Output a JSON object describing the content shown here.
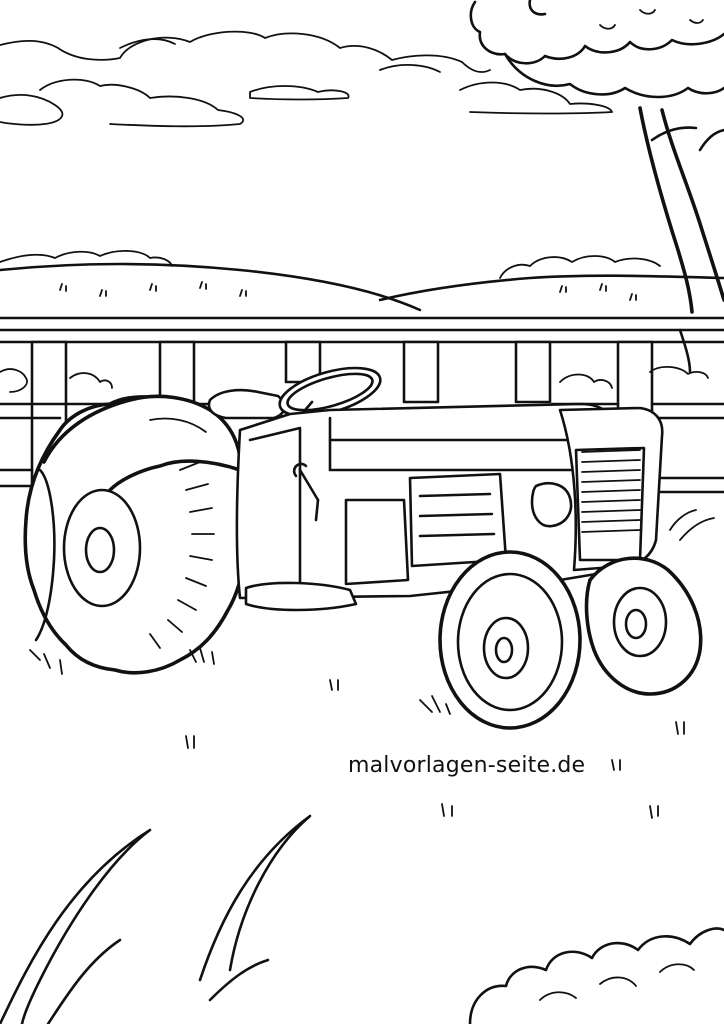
{
  "watermark": {
    "text": "malvorlagen-seite.de"
  },
  "colors": {
    "ink": "#111111",
    "paper": "#ffffff"
  },
  "scene": {
    "subject": "tractor",
    "style": "coloring-page-line-art"
  }
}
